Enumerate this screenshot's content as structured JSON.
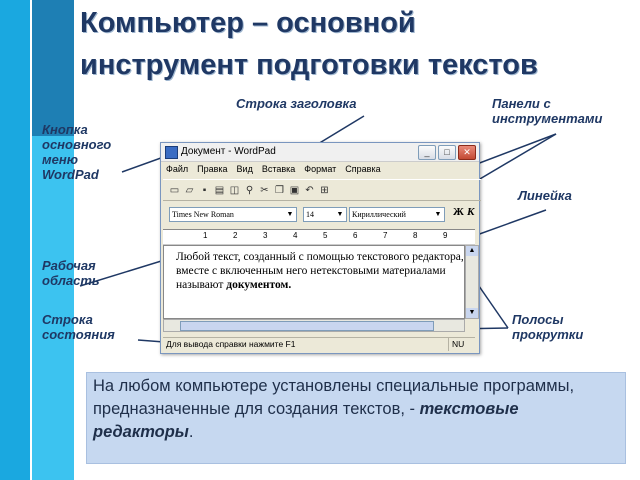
{
  "title_line1": "Компьютер – основной",
  "title_line2": "инструмент подготовки текстов",
  "callouts": {
    "title_bar": "Строка заголовка",
    "toolbars": "Панели  с инструментами",
    "main_menu_button": "Кнопка основного меню WordPad",
    "ruler": "Линейка",
    "work_area": "Рабочая область",
    "status_bar": "Строка состояния",
    "scrollbars": "Полосы прокрутки"
  },
  "wordpad": {
    "window_title": "Документ - WordPad",
    "menu": [
      "Файл",
      "Правка",
      "Вид",
      "Вставка",
      "Формат",
      "Справка"
    ],
    "font_name": "Times New Roman",
    "font_size": "14",
    "script": "Кириллический",
    "bold_label": "Ж",
    "italic_label": "К",
    "ruler_numbers": [
      "1",
      "2",
      "3",
      "4",
      "5",
      "6",
      "7",
      "8",
      "9"
    ],
    "body_text": "Любой текст, созданный с помощью текстового редактора, вместе с включенным него нетекстовыми материалами называют",
    "body_bold": "документом.",
    "status_text": "Для вывода справки нажмите F1",
    "status_mode": "NU"
  },
  "info": {
    "text": "На любом компьютере установлены специальные  программы, предназначенные для создания текстов, - ",
    "emphasis": "текстовые редакторы",
    "end": "."
  }
}
